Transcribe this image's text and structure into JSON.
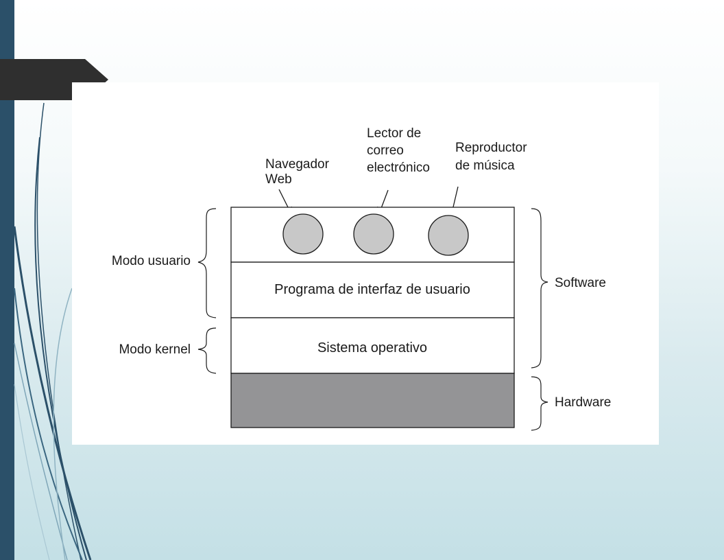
{
  "diagram": {
    "apps": [
      {
        "id": "browser",
        "label_lines": [
          "Navegador",
          "Web"
        ]
      },
      {
        "id": "mail",
        "label_lines": [
          "Lector de",
          "correo",
          "electrónico"
        ]
      },
      {
        "id": "music",
        "label_lines": [
          "Reproductor",
          "de música"
        ]
      }
    ],
    "layers": {
      "ui_program": "Programa de interfaz de usuario",
      "os": "Sistema operativo"
    },
    "left_brackets": {
      "user_mode": "Modo usuario",
      "kernel_mode": "Modo kernel"
    },
    "right_brackets": {
      "software": "Software",
      "hardware": "Hardware"
    },
    "colors": {
      "app_circle_fill": "#c8c8c8",
      "hardware_fill": "#949496",
      "side_bar": "#2b5069",
      "title_tab": "#2f2f2f"
    }
  }
}
